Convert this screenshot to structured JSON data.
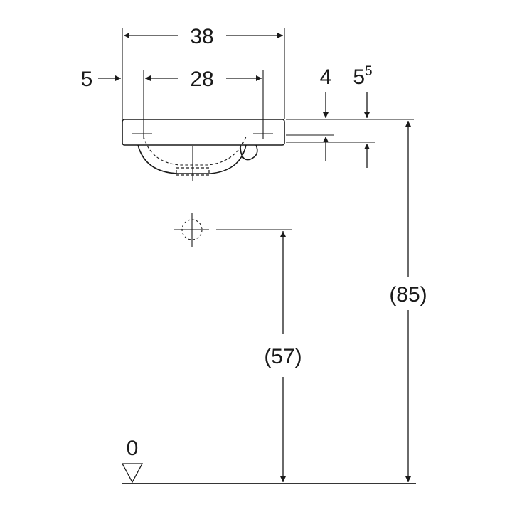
{
  "dimensions": {
    "overall_width": "38",
    "bowl_width": "28",
    "side_offset": "5",
    "rim_depth": "4",
    "rim_overall_base": "5",
    "rim_overall_sup": "5",
    "drain_height": "(57)",
    "rim_height": "(85)",
    "floor_level": "0"
  }
}
